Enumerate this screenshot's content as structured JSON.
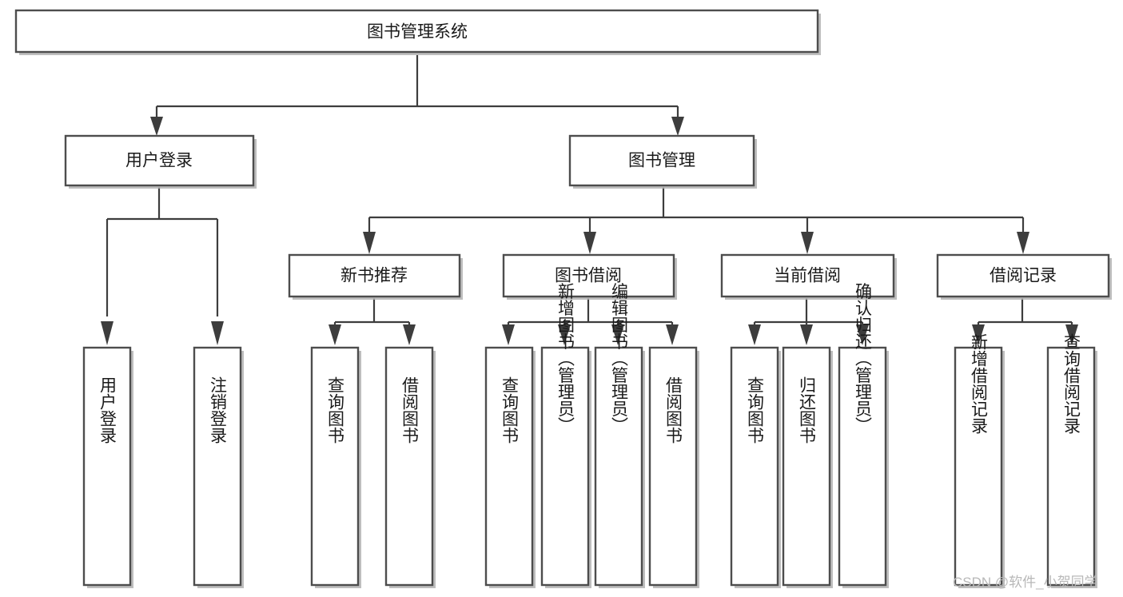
{
  "diagram": {
    "title": "图书管理系统",
    "type": "hierarchy-tree",
    "watermark": "CSDN @软件_小贺同学",
    "colors": {
      "box_stroke": "#4d4d4d",
      "box_fill": "#ffffff",
      "connector": "#3d3d3d",
      "shadow": "#b3b3b3",
      "text": "#1a1a1a",
      "watermark": "#b8b8b8"
    },
    "levels": {
      "root": {
        "label": "图书管理系统"
      },
      "level1": [
        {
          "id": "user-login",
          "label": "用户登录"
        },
        {
          "id": "book-management",
          "label": "图书管理"
        }
      ],
      "level2": [
        {
          "id": "new-book-recommend",
          "label": "新书推荐",
          "parent": "book-management"
        },
        {
          "id": "book-borrow",
          "label": "图书借阅",
          "parent": "book-management"
        },
        {
          "id": "current-borrow",
          "label": "当前借阅",
          "parent": "book-management"
        },
        {
          "id": "borrow-record",
          "label": "借阅记录",
          "parent": "book-management"
        }
      ],
      "leaves": {
        "user-login": [
          {
            "id": "leaf-user-login",
            "label": "用户登录"
          },
          {
            "id": "leaf-logout",
            "label": "注销登录"
          }
        ],
        "new-book-recommend": [
          {
            "id": "leaf-query-book-1",
            "label": "查询图书"
          },
          {
            "id": "leaf-borrow-book-1",
            "label": "借阅图书"
          }
        ],
        "book-borrow": [
          {
            "id": "leaf-query-book-2",
            "label": "查询图书"
          },
          {
            "id": "leaf-add-book",
            "label": "新增图书（管理员）"
          },
          {
            "id": "leaf-edit-book",
            "label": "编辑图书（管理员）"
          },
          {
            "id": "leaf-borrow-book-2",
            "label": "借阅图书"
          }
        ],
        "current-borrow": [
          {
            "id": "leaf-query-book-3",
            "label": "查询图书"
          },
          {
            "id": "leaf-return-book",
            "label": "归还图书"
          },
          {
            "id": "leaf-confirm-return",
            "label": "确认归还（管理员）"
          }
        ],
        "borrow-record": [
          {
            "id": "leaf-add-record",
            "label": "新增借阅记录"
          },
          {
            "id": "leaf-query-record",
            "label": "查询借阅记录"
          }
        ]
      }
    }
  }
}
